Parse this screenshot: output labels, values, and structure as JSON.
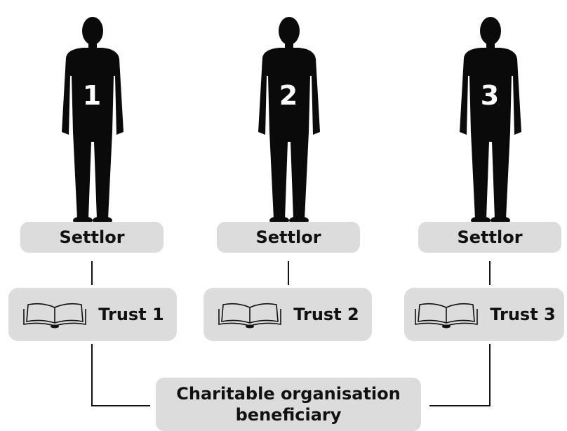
{
  "persons": [
    {
      "number": "1",
      "role": "Settlor",
      "trust": "Trust 1"
    },
    {
      "number": "2",
      "role": "Settlor",
      "trust": "Trust 2"
    },
    {
      "number": "3",
      "role": "Settlor",
      "trust": "Trust 3"
    }
  ],
  "beneficiary": {
    "line1": "Charitable organisation",
    "line2": "beneficiary"
  },
  "colors": {
    "box_fill": "#dcdcdc",
    "silhouette": "#0a0a0a",
    "line": "#111111"
  },
  "icons": {
    "person": "person-silhouette-icon",
    "trust": "open-book-icon"
  }
}
